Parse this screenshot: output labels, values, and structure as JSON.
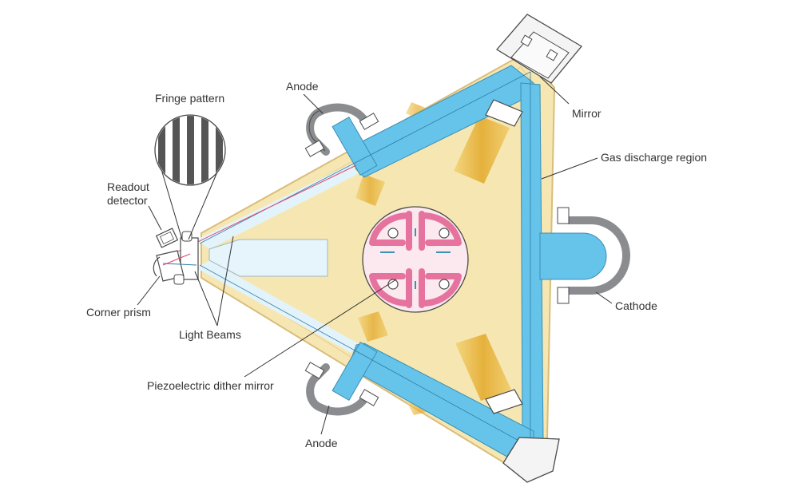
{
  "labels": {
    "fringe_pattern": "Fringe pattern",
    "anode_top": "Anode",
    "mirror": "Mirror",
    "gas_discharge_region": "Gas discharge region",
    "readout_detector_line1": "Readout",
    "readout_detector_line2": "detector",
    "corner_prism": "Corner prism",
    "light_beams": "Light Beams",
    "cathode": "Cathode",
    "piezoelectric_dither_mirror": "Piezoelectric dither mirror",
    "anode_bottom": "Anode"
  },
  "colors": {
    "body_fill": "#f6e7b2",
    "body_edge": "#e2c98a",
    "gas_channel": "#66c3ea",
    "beam_glow": "#e3f3fb",
    "getter_gold": "#e8b53c",
    "electrode_gray": "#8a8c8f",
    "dither_pink": "#e5739d",
    "dither_base": "#fbe9ef",
    "laser_red": "#e0476b",
    "outline": "#4a4a4a"
  }
}
